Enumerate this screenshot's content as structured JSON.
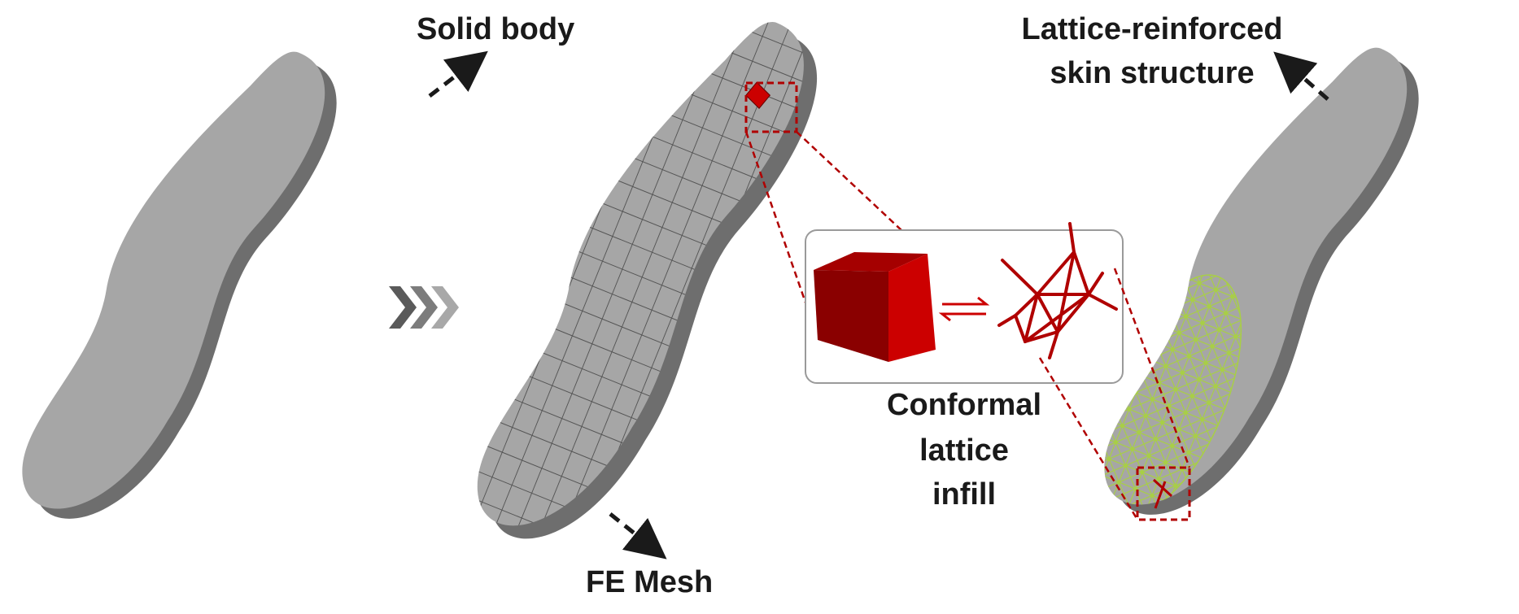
{
  "labels": {
    "solid_body": "Solid body",
    "fe_mesh": "FE Mesh",
    "lattice_skin_line1": "Lattice-reinforced",
    "lattice_skin_line2": "skin structure",
    "conformal_line1": "Conformal",
    "conformal_line2": "lattice",
    "conformal_line3": "infill"
  },
  "icons": {
    "stage_chevrons": "triple-chevron-right-icon",
    "exchange": "equilibrium-arrows-icon"
  },
  "colors": {
    "insole_top": "#a6a6a6",
    "insole_side": "#6e6e6e",
    "mesh_line": "#555555",
    "highlight_red": "#cc0000",
    "cube_front": "#cc0000",
    "cube_side": "#8a0000",
    "cube_top": "#a50000",
    "lattice_green": "#a8cf45",
    "dashed_red": "#b00000",
    "text": "#1a1a1a",
    "chevron_dark": "#5a5a5a",
    "chevron_mid": "#7c7c7c",
    "chevron_light": "#a8a8a8",
    "box_border": "#9a9a9a"
  }
}
